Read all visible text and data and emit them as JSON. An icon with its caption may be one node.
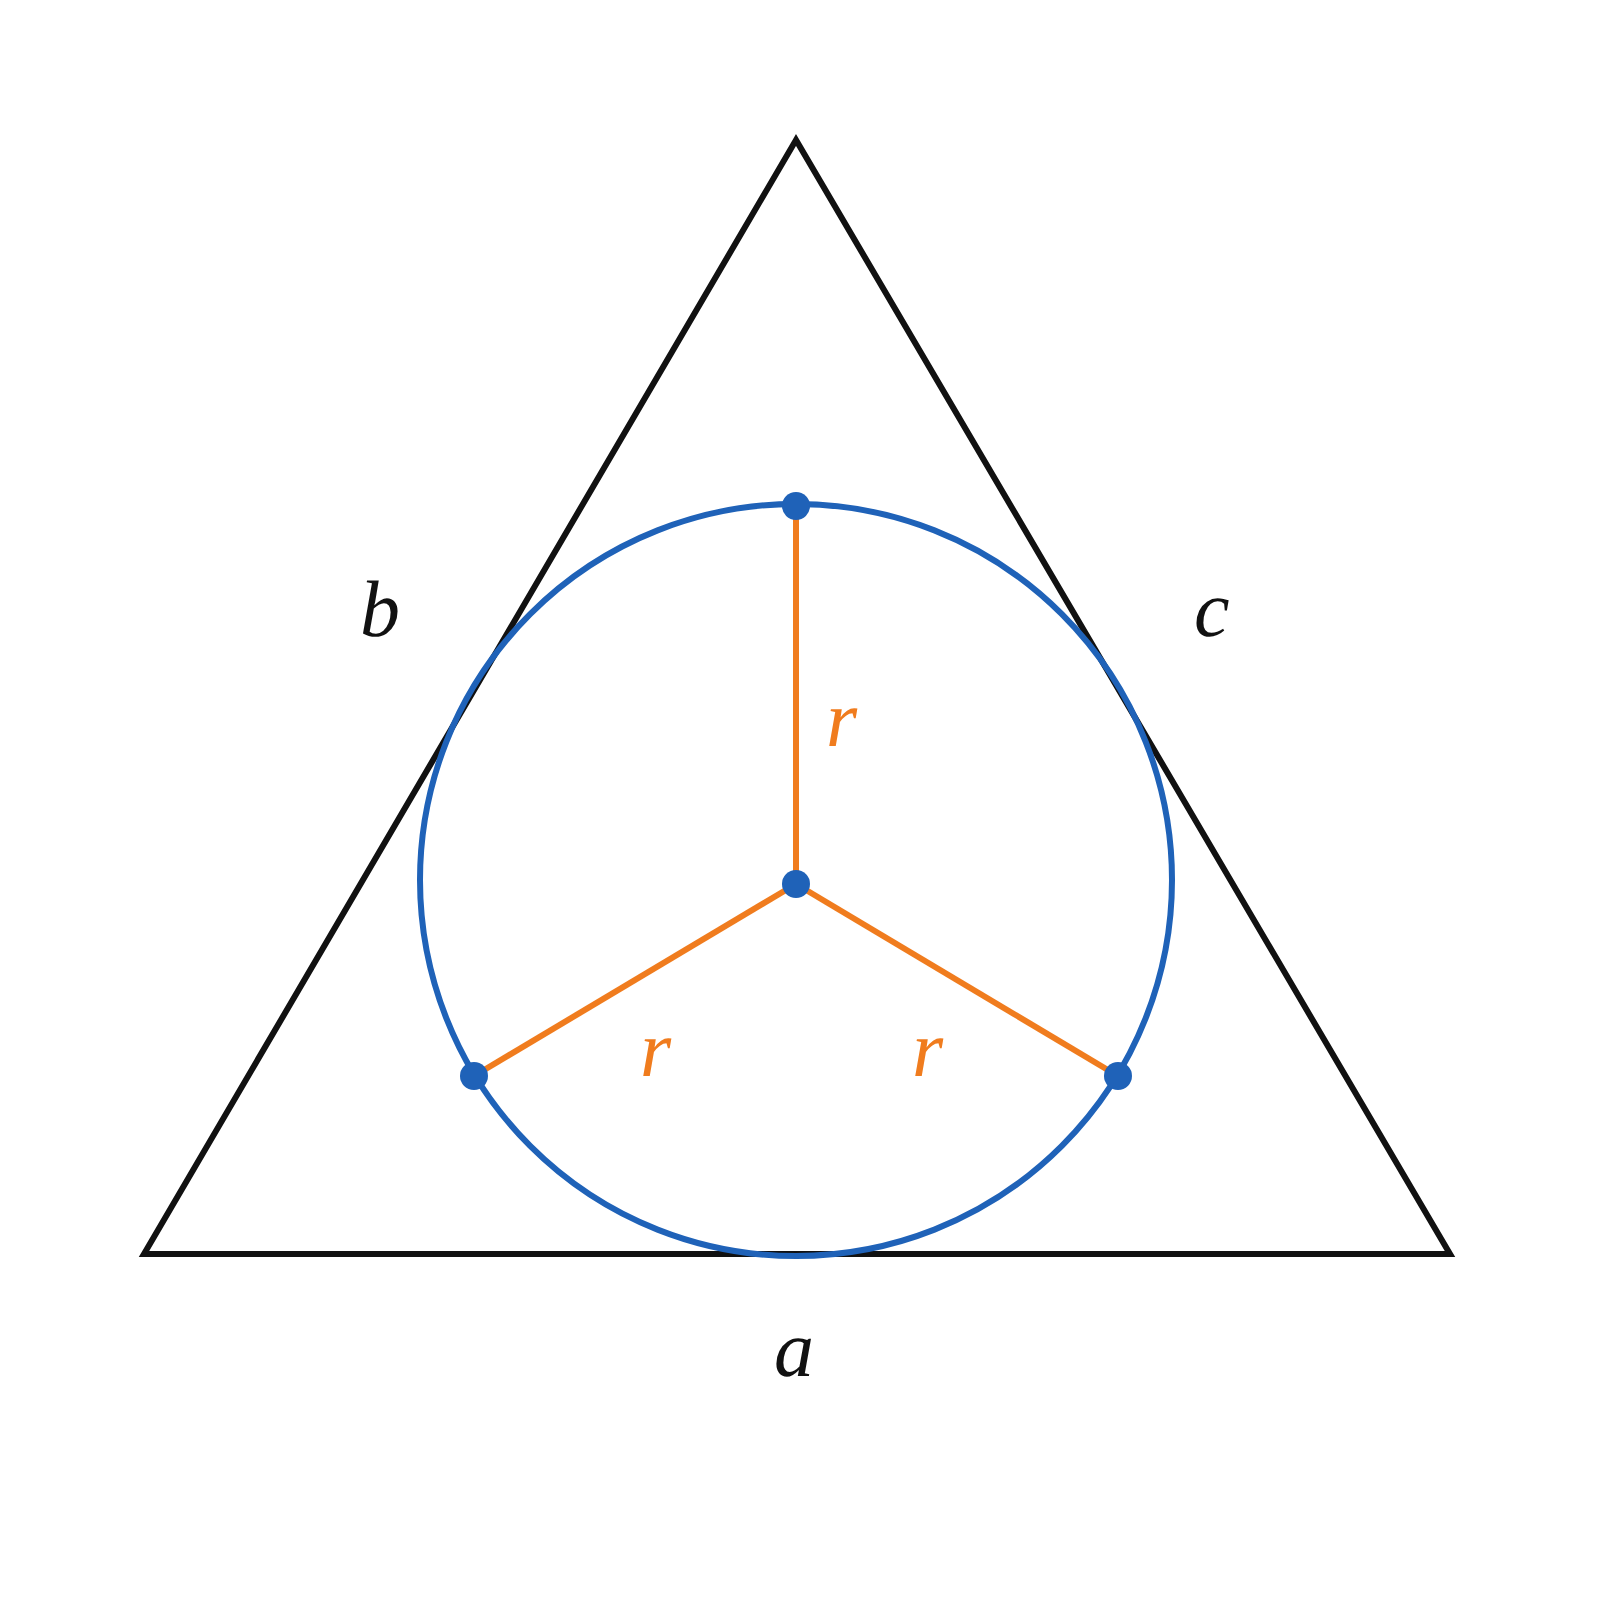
{
  "diagram": {
    "labels": [
      "b",
      "c",
      "r",
      "r",
      "r",
      "a"
    ]
  }
}
